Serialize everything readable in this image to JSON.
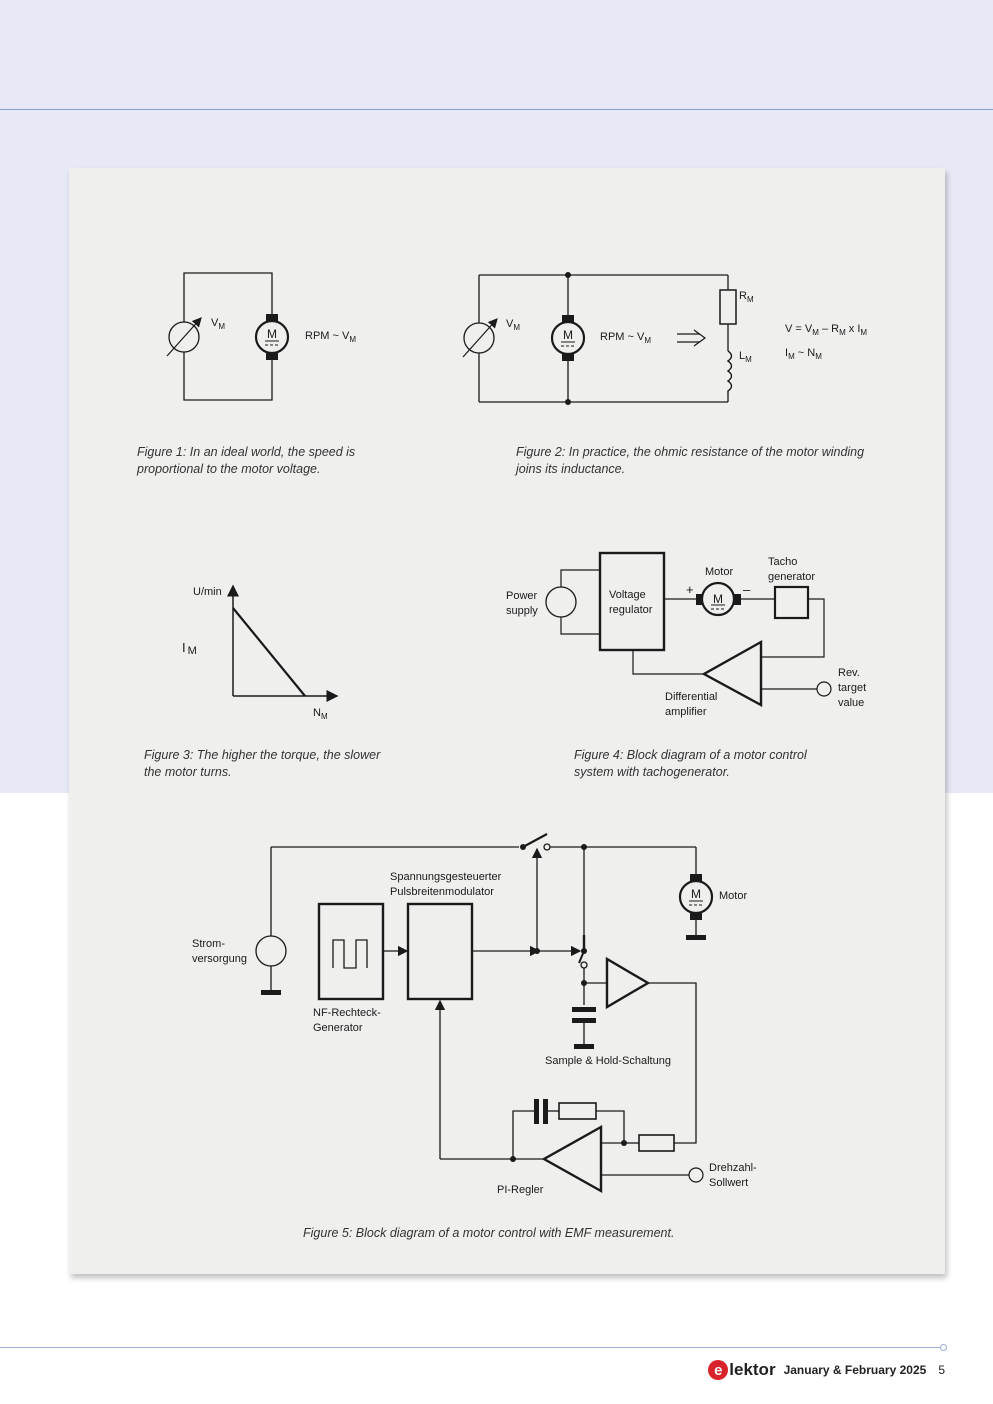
{
  "figures": {
    "fig1": {
      "caption_line1": "Figure 1: In an ideal world, the speed is",
      "caption_line2": "proportional to the motor voltage.",
      "label_v": "V",
      "label_v_sub": "M",
      "motor_label": "M",
      "rpm_label": "RPM ~ V",
      "rpm_sub": "M"
    },
    "fig2": {
      "caption_line1": "Figure 2: In practice, the ohmic resistance of the motor winding",
      "caption_line2": "joins its inductance.",
      "label_v": "V",
      "label_v_sub": "M",
      "motor_label": "M",
      "rpm_label": "RPM ~ V",
      "rpm_sub": "M",
      "r_label": "R",
      "r_sub": "M",
      "l_label": "L",
      "l_sub": "M",
      "eq1_a": "V = V",
      "eq1_b": "M",
      "eq1_c": " – R",
      "eq1_d": "M",
      "eq1_e": " x I",
      "eq1_f": "M",
      "eq2_a": "I",
      "eq2_b": "M",
      "eq2_c": " ~ N",
      "eq2_d": "M"
    },
    "fig3": {
      "caption_line1": "Figure 3: The higher the torque, the slower",
      "caption_line2": "the motor turns.",
      "y_label": "U/min",
      "i_label": "I",
      "i_sub": "M",
      "x_label": "N",
      "x_sub": "M"
    },
    "fig4": {
      "caption_line1": "Figure 4: Block diagram of a motor control",
      "caption_line2": "system with tachogenerator.",
      "power_1": "Power",
      "power_2": "supply",
      "reg_1": "Voltage",
      "reg_2": "regulator",
      "motor_title": "Motor",
      "motor_label": "M",
      "plus": "+",
      "minus": "–",
      "tacho_1": "Tacho",
      "tacho_2": "generator",
      "diff_1": "Differential",
      "diff_2": "amplifier",
      "rev_1": "Rev.",
      "rev_2": "target",
      "rev_3": "value"
    },
    "fig5": {
      "caption": "Figure 5: Block diagram of a motor control with EMF measurement.",
      "pwm_1": "Spannungsgesteuerter",
      "pwm_2": "Pulsbreitenmodulator",
      "motor_title": "Motor",
      "motor_label": "M",
      "strom_1": "Strom-",
      "strom_2": "versorgung",
      "gen_1": "NF-Rechteck-",
      "gen_2": "Generator",
      "sh": "Sample & Hold-Schaltung",
      "pi": "PI-Regler",
      "dz_1": "Drehzahl-",
      "dz_2": "Sollwert"
    }
  },
  "footer": {
    "logo_e": "e",
    "logo_text": "lektor",
    "issue": "January & February 2025",
    "page": "5"
  },
  "colors": {
    "band": "#e7eaf6",
    "paper": "#efefee",
    "logo_red": "#d8232a",
    "rule": "#8aa0d0"
  }
}
